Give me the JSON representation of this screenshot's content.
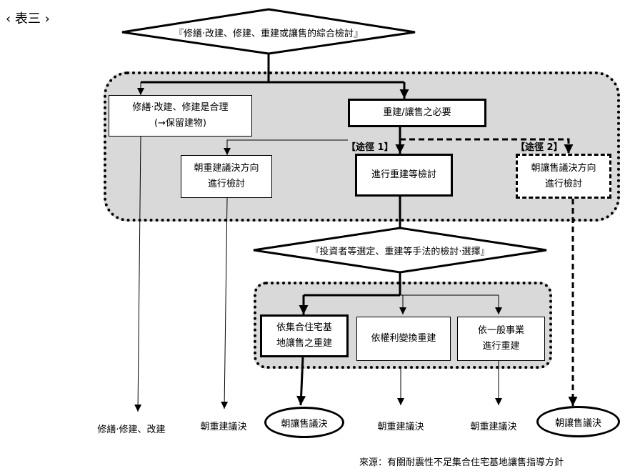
{
  "heading": "‹ 表三 ›",
  "top_decision": "『修繕‧改建、修建、重建或讓售的綜合檢討』",
  "boxes": {
    "repair_reasonable": "修繕‧改建、修建是合理\n(→保留建物)",
    "rebuild_necessity": "重建/讓售之必要",
    "toward_rebuild_review": "朝重建議決方向\n進行檢討",
    "rebuild_review": "進行重建等檢討",
    "toward_sale_review": "朝讓售議決方向\n進行檢討"
  },
  "tags": {
    "route1": "【途徑 1】",
    "route2": "【途徑 2】"
  },
  "second_decision": "『投資者等選定、重建等手法的檢討‧選擇』",
  "methods": {
    "collective_sale": "依集合住宅基\n地讓售之重建",
    "rights_conversion": "依權利變換重建",
    "general_project": "依一般事業\n進行重建"
  },
  "outcomes": {
    "repair": "修繕‧修建、改建",
    "rebuild1": "朝重建議決",
    "sale1": "朝讓售議決",
    "rebuild2": "朝重建議決",
    "rebuild3": "朝重建議決",
    "sale2": "朝讓售議決"
  },
  "source": "來源：有關耐震性不足集合住宅基地讓售指導方針"
}
